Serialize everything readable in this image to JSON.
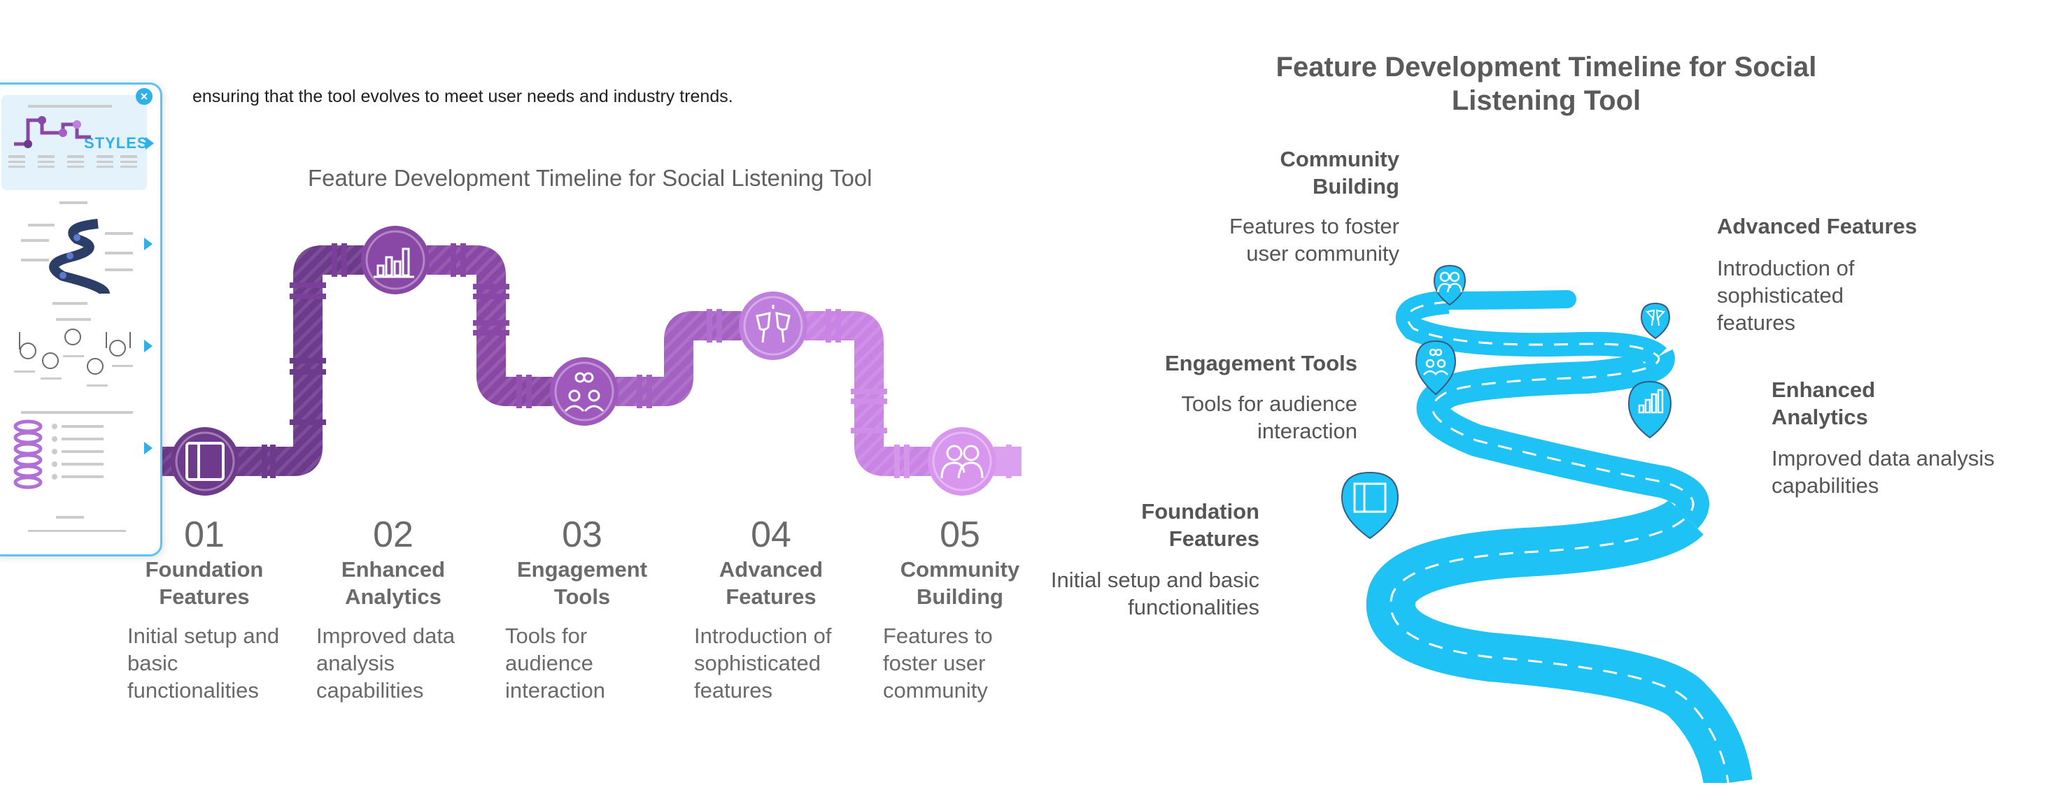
{
  "intro": {
    "text": "ensuring that the tool evolves to meet user needs and industry trends."
  },
  "pipeline": {
    "title": "Feature Development Timeline for Social Listening Tool",
    "stages": [
      {
        "num": "01",
        "title": "Foundation Features",
        "desc": "Initial setup and basic functionalities",
        "icon": "square-panel-icon",
        "color": "#6d3a8c"
      },
      {
        "num": "02",
        "title": "Enhanced Analytics",
        "desc": "Improved data analysis capabilities",
        "icon": "bar-chart-icon",
        "color": "#8a48a6"
      },
      {
        "num": "03",
        "title": "Engagement Tools",
        "desc": "Tools for audience interaction",
        "icon": "people-link-icon",
        "color": "#9f59bd"
      },
      {
        "num": "04",
        "title": "Advanced Features",
        "desc": "Introduction of sophisticated features",
        "icon": "celebration-glasses-icon",
        "color": "#bf7fdc"
      },
      {
        "num": "05",
        "title": "Community Building",
        "desc": "Features to foster user community",
        "icon": "community-icon",
        "color": "#d896ee"
      }
    ]
  },
  "style_picker": {
    "label": "STYLES",
    "close_icon": "close-icon",
    "accent": "#2fb0ea"
  },
  "roadmap": {
    "title": "Feature Development Timeline for Social Listening Tool",
    "road_color": "#1ec2f4",
    "stages": [
      {
        "title": "Foundation Features",
        "desc": "Initial setup and basic functionalities"
      },
      {
        "title": "Enhanced Analytics",
        "desc": "Improved data analysis capabilities"
      },
      {
        "title": "Engagement Tools",
        "desc": "Tools for audience interaction"
      },
      {
        "title": "Advanced Features",
        "desc": "Introduction of sophisticated features"
      },
      {
        "title": "Community Building",
        "desc": "Features to foster user community"
      }
    ]
  }
}
